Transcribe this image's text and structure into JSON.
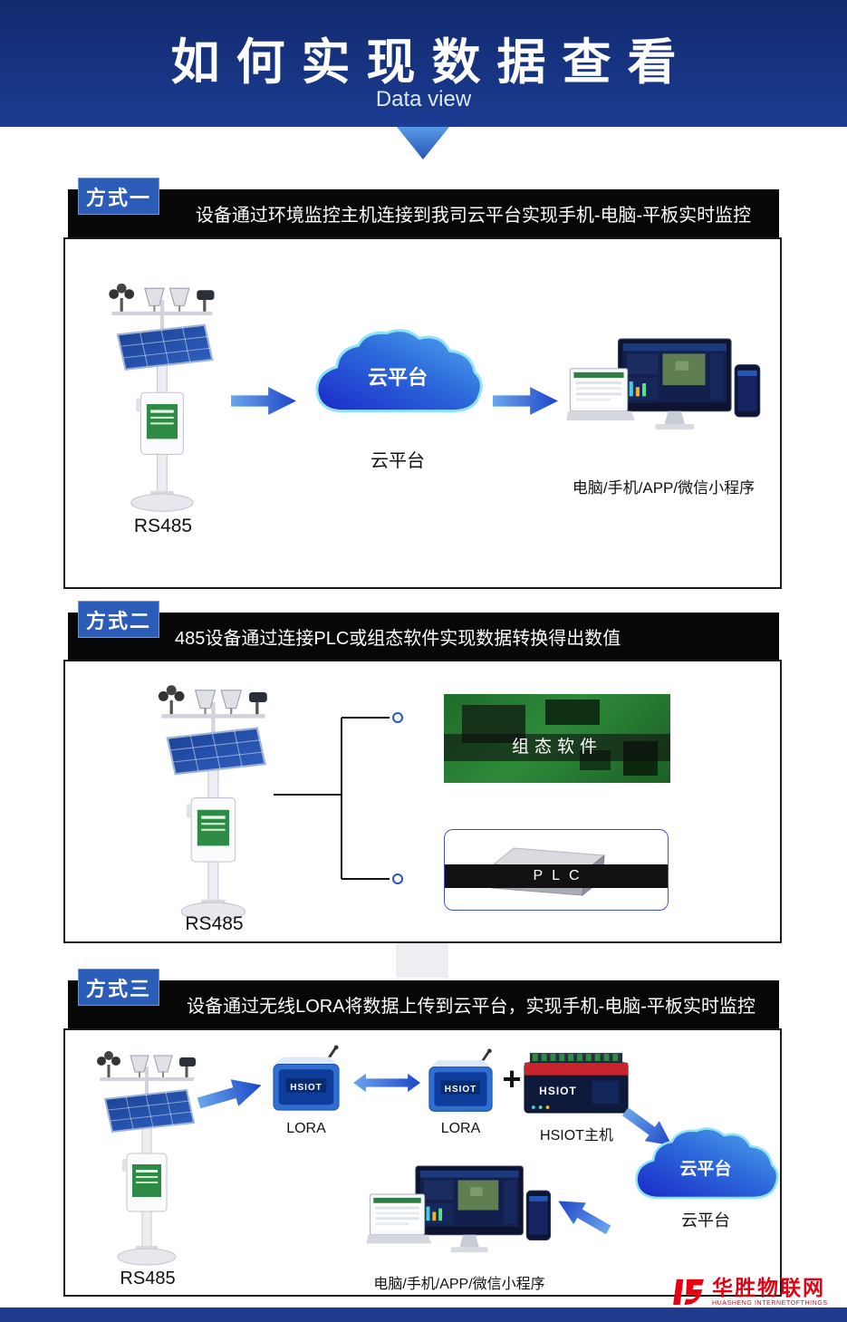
{
  "header": {
    "title": "如何实现数据查看",
    "subtitle": "Data view"
  },
  "sections": [
    {
      "tag": "方式一",
      "headline": "设备通过环境监控主机连接到我司云平台实现手机-电脑-平板实时监控",
      "station_label": "RS485",
      "cloud_label": "云平台",
      "cloud_caption": "云平台",
      "devices_caption": "电脑/手机/APP/微信小程序"
    },
    {
      "tag": "方式二",
      "headline": "485设备通过连接PLC或组态软件实现数据转换得出数值",
      "station_label": "RS485",
      "scada_label": "组态软件",
      "plc_label": "PLC"
    },
    {
      "tag": "方式三",
      "headline": "设备通过无线LORA将数据上传到云平台，实现手机-电脑-平板实时监控",
      "station_label": "RS485",
      "device_brand": "HSIOT",
      "lora1_caption": "LORA",
      "lora2_caption": "LORA",
      "plus": "+",
      "gateway_caption": "HSIOT主机",
      "cloud_label": "云平台",
      "cloud_caption": "云平台",
      "devices_caption": "电脑/手机/APP/微信小程序"
    }
  ],
  "footer": {
    "brand_cn": "华胜物联网",
    "brand_en": "HUASHENG INTERNETOFTHINGS"
  },
  "colors": {
    "header_bg": "#16337e",
    "tag_blue": "#2a5cb8",
    "bar_black": "#070707",
    "arrow_blue": "#2f62d6",
    "cloud_stroke": "#8ee4f6",
    "logo_red": "#e60012"
  }
}
